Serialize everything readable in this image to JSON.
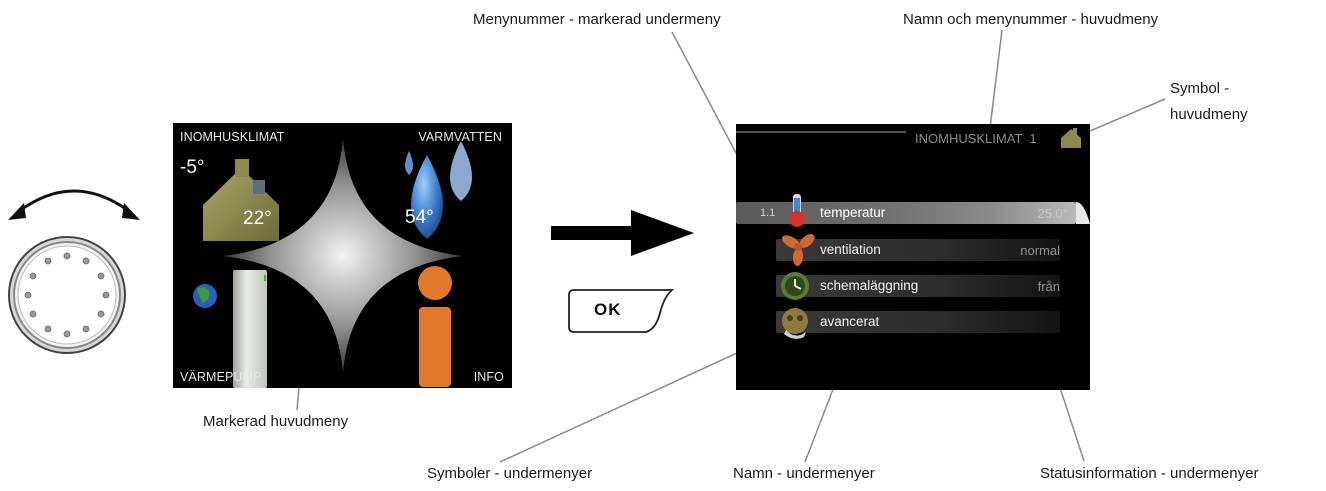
{
  "main_menu": {
    "quadrant_labels": {
      "top_left": "INOMHUSKLIMAT",
      "top_right": "VARMVATTEN",
      "bottom_left": "VÄRMEPUMP",
      "bottom_right": "INFO"
    },
    "outdoor_temp": "-5°",
    "indoor_temp": "22°",
    "water_temp": "54°"
  },
  "ok_button": {
    "label": "OK"
  },
  "submenu": {
    "header": "INOMHUSKLIMAT  1",
    "rows": [
      {
        "number": "1.1",
        "name": "temperatur",
        "status": "25.0°",
        "icon": "thermometer-icon",
        "selected": true
      },
      {
        "number": "",
        "name": "ventilation",
        "status": "normal",
        "icon": "fan-icon",
        "selected": false
      },
      {
        "number": "",
        "name": "schemaläggning",
        "status": "från",
        "icon": "clock-icon",
        "selected": false
      },
      {
        "number": "",
        "name": "avancerat",
        "status": "",
        "icon": "wrench-icon",
        "selected": false
      }
    ]
  },
  "callouts": {
    "menu_number_selected_submenu": "Menynummer - markerad undermeny",
    "name_and_menu_number_main": "Namn och menynummer - huvudmeny",
    "symbol_main_line1": "Symbol -",
    "symbol_main_line2": "huvudmeny",
    "marked_main_menu": "Markerad huvudmeny",
    "symbols_submenus": "Symboler - undermenyer",
    "names_submenus": "Namn - undermenyer",
    "status_info_submenus": "Statusinformation - undermenyer"
  },
  "colors": {
    "house": "#8c8a4e",
    "water_drop": "#4a7fc0",
    "info_orange": "#e2782a",
    "thermometer_red": "#d8312a",
    "clock_green": "#5a7a33"
  }
}
